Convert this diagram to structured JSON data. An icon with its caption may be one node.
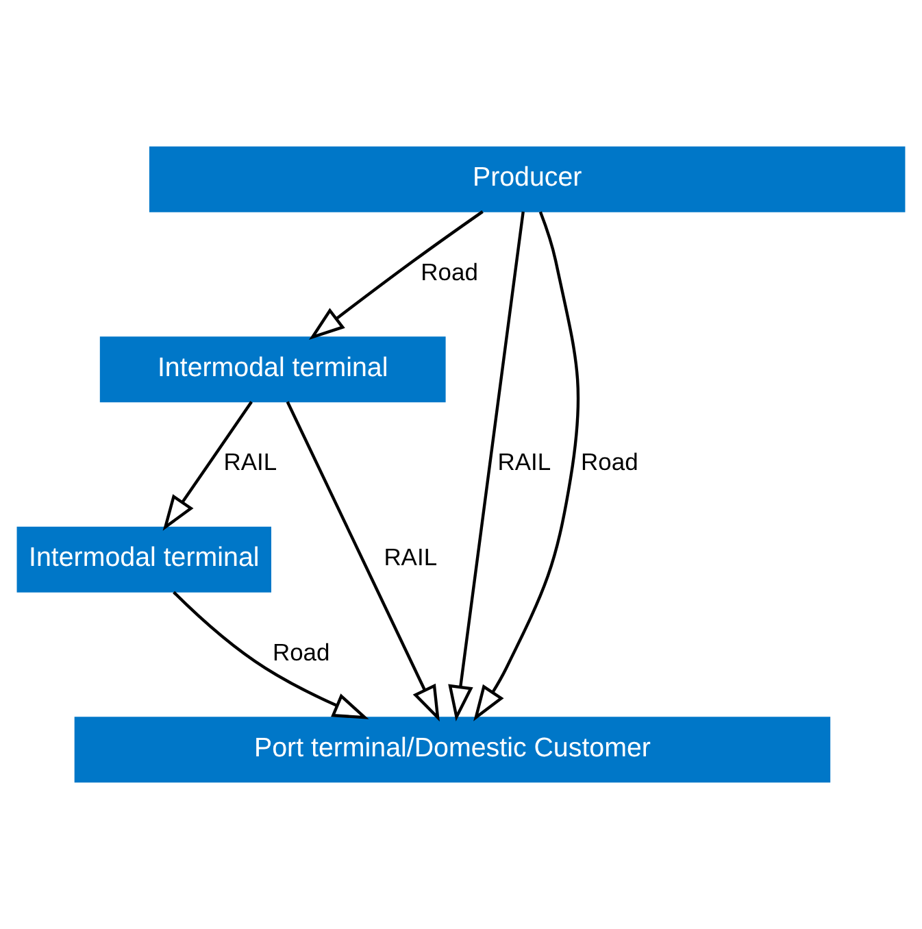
{
  "diagram": {
    "nodes": [
      {
        "text": [
          "Producer"
        ]
      },
      {
        "text": [
          "Intermodal terminal"
        ]
      },
      {
        "text": [
          "Intermodal terminal"
        ]
      },
      {
        "text": [
          "Port terminal/Domestic Customer"
        ]
      }
    ],
    "edges": [
      {
        "from": 0,
        "to": 3,
        "arrow": "to",
        "label": "RAIL"
      },
      {
        "from": 0,
        "to": 3,
        "arrow": "to",
        "label": "Road"
      },
      {
        "from": 0,
        "to": 1,
        "arrow": "to",
        "label": "Road"
      },
      {
        "from": 1,
        "to": 3,
        "arrow": "to",
        "label": "RAIL"
      },
      {
        "from": 1,
        "to": 2,
        "arrow": "to",
        "label": "RAIL"
      },
      {
        "from": 2,
        "to": 3,
        "arrow": "to",
        "label": "Road"
      }
    ]
  }
}
